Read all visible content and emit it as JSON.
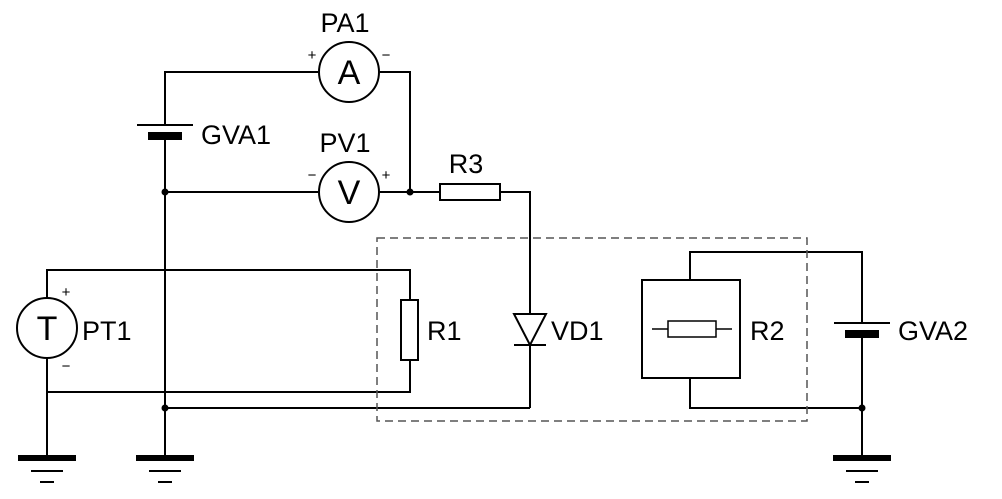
{
  "components": {
    "PA1": {
      "label": "PA1",
      "symbol": "A",
      "pos": "+",
      "neg": "−"
    },
    "PV1": {
      "label": "PV1",
      "symbol": "V",
      "pos": "+",
      "neg": "−"
    },
    "PT1": {
      "label": "PT1",
      "symbol": "T",
      "pos": "+",
      "neg": "−"
    },
    "GVA1": {
      "label": "GVA1"
    },
    "GVA2": {
      "label": "GVA2"
    },
    "R1": {
      "label": "R1"
    },
    "R2": {
      "label": "R2"
    },
    "R3": {
      "label": "R3"
    },
    "VD1": {
      "label": "VD1"
    }
  }
}
